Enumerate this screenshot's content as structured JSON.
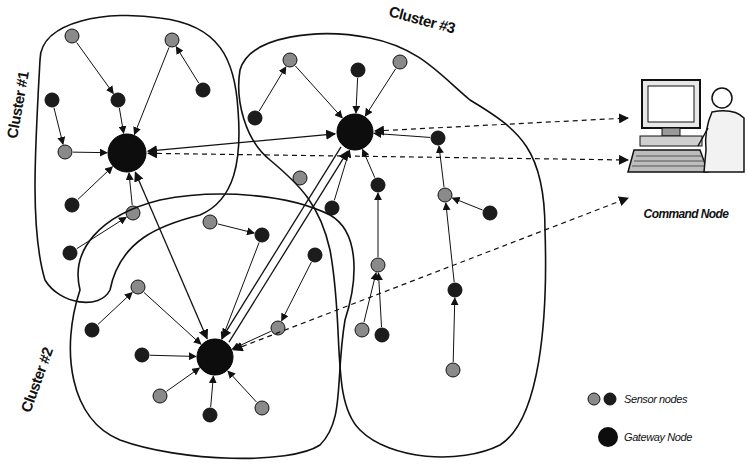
{
  "diagram": {
    "nodes": [
      {
        "text": [
          "Cluster #1"
        ]
      },
      {
        "text": [
          "Cluster #3"
        ]
      },
      {
        "text": [
          "Cluster #2"
        ]
      },
      {
        "text": [
          "Command Node"
        ]
      }
    ],
    "edges": [
      {
        "from": 0,
        "to": 1,
        "arrow": "both"
      },
      {
        "from": 0,
        "to": 3,
        "arrow": "both"
      },
      {
        "from": 1,
        "to": 3,
        "arrow": "both"
      },
      {
        "from": 0,
        "to": 2,
        "arrow": "both"
      },
      {
        "from": 2,
        "to": 1,
        "arrow": "to"
      },
      {
        "from": 1,
        "to": 2,
        "arrow": "to"
      },
      {
        "from": 2,
        "to": 3,
        "arrow": "both"
      }
    ],
    "legend": [
      {
        "text": "Sensor nodes"
      },
      {
        "text": "Gateway Node"
      }
    ]
  }
}
